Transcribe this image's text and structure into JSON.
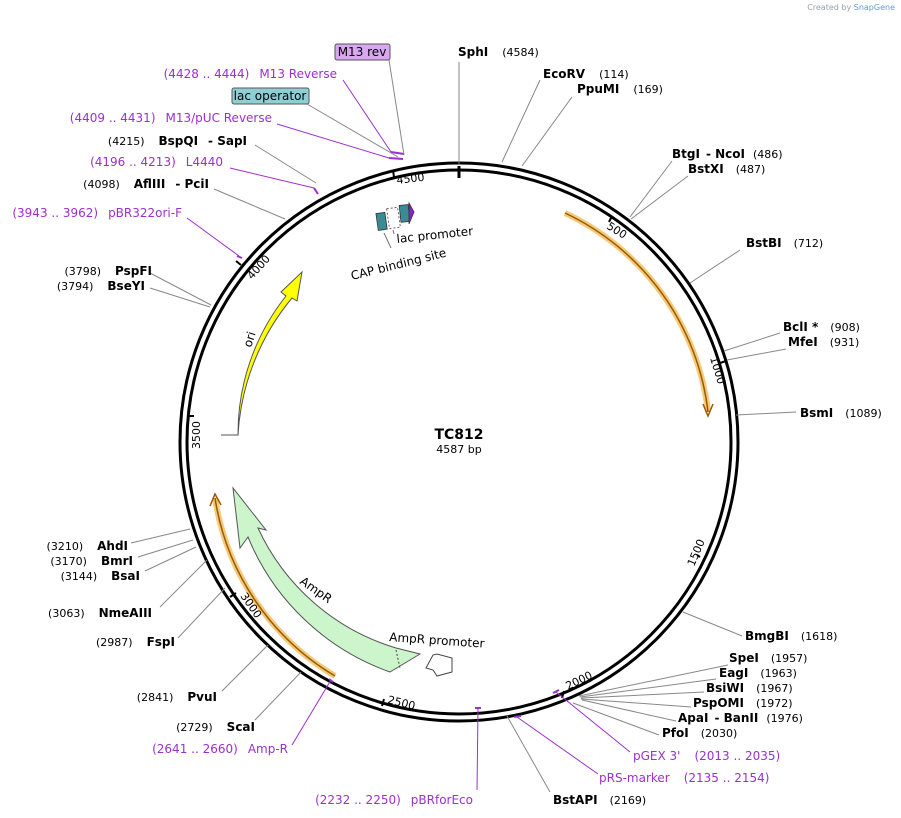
{
  "credit": {
    "prefix": "Created by",
    "brand": "SnapGene"
  },
  "plasmid": {
    "name": "TC812",
    "length_label": "4587 bp",
    "length_bp": 4587
  },
  "enzymes": [
    {
      "name": "SphI",
      "pos": "(4584)"
    },
    {
      "name": "EcoRV",
      "pos": "(114)"
    },
    {
      "name": "PpuMI",
      "pos": "(169)"
    },
    {
      "name": "BtgI",
      "name2": "NcoI",
      "pos": "(486)"
    },
    {
      "name": "BstXI",
      "pos": "(487)"
    },
    {
      "name": "BstBI",
      "pos": "(712)"
    },
    {
      "name": "BclI *",
      "pos": "(908)"
    },
    {
      "name": "MfeI",
      "pos": "(931)"
    },
    {
      "name": "BsmI",
      "pos": "(1089)"
    },
    {
      "name": "BmgBI",
      "pos": "(1618)"
    },
    {
      "name": "SpeI",
      "pos": "(1957)"
    },
    {
      "name": "EagI",
      "pos": "(1963)"
    },
    {
      "name": "BsiWI",
      "pos": "(1967)"
    },
    {
      "name": "PspOMI",
      "pos": "(1972)"
    },
    {
      "name": "ApaI",
      "name2": "BanII",
      "pos": "(1976)"
    },
    {
      "name": "PfoI",
      "pos": "(2030)"
    },
    {
      "name": "BstAPI",
      "pos": "(2169)"
    },
    {
      "name": "ScaI",
      "pos": "(2729)"
    },
    {
      "name": "PvuI",
      "pos": "(2841)"
    },
    {
      "name": "FspI",
      "pos": "(2987)"
    },
    {
      "name": "NmeAIII",
      "pos": "(3063)"
    },
    {
      "name": "BsaI",
      "pos": "(3144)"
    },
    {
      "name": "BmrI",
      "pos": "(3170)"
    },
    {
      "name": "AhdI",
      "pos": "(3210)"
    },
    {
      "name": "BseYI",
      "pos": "(3794)"
    },
    {
      "name": "PspFI",
      "pos": "(3798)"
    },
    {
      "name": "AflIII",
      "name2": "PciI",
      "pos": "(4098)"
    },
    {
      "name": "BspQI",
      "name2": "SapI",
      "pos": "(4215)"
    }
  ],
  "primers": [
    {
      "range": "(4428 .. 4444)",
      "name": "M13 Reverse"
    },
    {
      "range": "(4409 .. 4431)",
      "name": "M13/pUC Reverse"
    },
    {
      "range": "(4196 .. 4213)",
      "name": "L4440"
    },
    {
      "range": "(3943 .. 3962)",
      "name": "pBR322ori-F"
    },
    {
      "range": "(2013 .. 2035)",
      "name": "pGEX 3'"
    },
    {
      "range": "(2135 .. 2154)",
      "name": "pRS-marker"
    },
    {
      "range": "(2232 .. 2250)",
      "name": "pBRforEco"
    },
    {
      "range": "(2641 .. 2660)",
      "name": "Amp-R"
    }
  ],
  "boxed_labels": [
    {
      "text": "M13 rev",
      "color": "#d9a6f0"
    },
    {
      "text": "lac operator",
      "color": "#8ecfd6"
    }
  ],
  "features": {
    "ori": "ori",
    "ampr": "AmpR",
    "ampr_promoter": "AmpR promoter",
    "lac_promoter": "lac promoter",
    "cap_site": "CAP binding site"
  },
  "ticks": [
    "500",
    "1000",
    "1500",
    "2000",
    "2500",
    "3000",
    "3500",
    "4000",
    "4500"
  ],
  "colors": {
    "ori": "#ffff00",
    "ampr": "#ccf5cc",
    "orf": "#f5c97a",
    "primer": "#9b30d0",
    "lac_operator": "#3c8a96",
    "backbone": "#000000"
  }
}
